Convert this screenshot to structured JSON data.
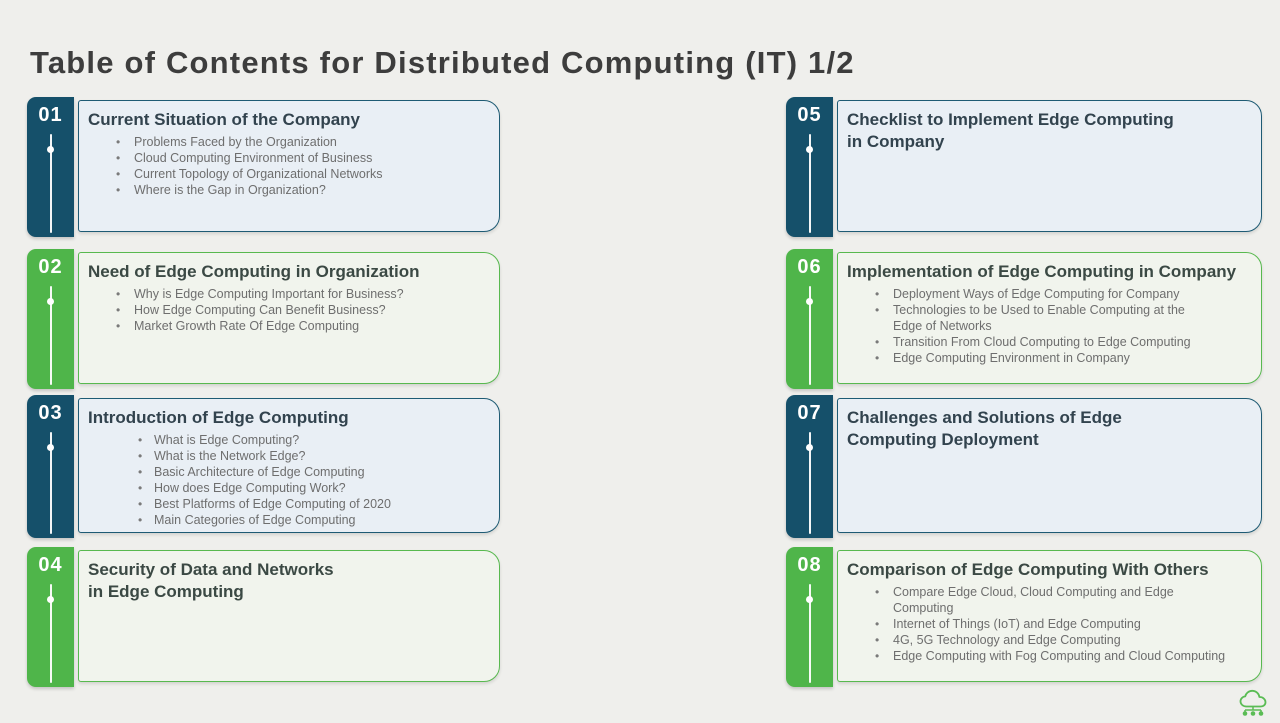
{
  "slide": {
    "title": "Table of Contents for Distributed Computing (IT) 1/2"
  },
  "colors": {
    "teal": "#15506a",
    "teal_border": "#1e5b74",
    "teal_panel_bg": "#e9eff5",
    "green": "#4fb54a",
    "green_border": "#58b94f",
    "green_panel_bg": "#f1f4ed",
    "background": "#efefec",
    "heading_text": "#3d3d3d",
    "bullet_text": "#6e6e6e"
  },
  "footer": {
    "icon": "cloud-computing-icon"
  },
  "sections": [
    {
      "number": "01",
      "theme": "teal",
      "title": "Current Situation of the Company",
      "bullets": [
        "Problems Faced by the Organization",
        "Cloud Computing Environment of Business",
        "Current Topology of Organizational Networks",
        "Where is the Gap in Organization?"
      ]
    },
    {
      "number": "02",
      "theme": "green",
      "title": "Need of Edge Computing in Organization",
      "bullets": [
        "Why is Edge Computing Important for Business?",
        "How Edge Computing Can Benefit Business?",
        "Market Growth Rate Of Edge Computing"
      ]
    },
    {
      "number": "03",
      "theme": "teal",
      "title": "Introduction of Edge Computing",
      "bullets": [
        "What is Edge Computing?",
        "What is the Network Edge?",
        "Basic Architecture of Edge Computing",
        "How does Edge Computing Work?",
        "Best Platforms of Edge Computing of 2020",
        "Main Categories of Edge Computing"
      ]
    },
    {
      "number": "04",
      "theme": "green",
      "title": "Security of Data and Networks\nin Edge Computing",
      "bullets": []
    },
    {
      "number": "05",
      "theme": "teal",
      "title": "Checklist to Implement Edge Computing\nin Company",
      "bullets": []
    },
    {
      "number": "06",
      "theme": "green",
      "title": "Implementation of Edge Computing in Company",
      "bullets": [
        "Deployment Ways of Edge Computing for Company",
        "Technologies to be Used to Enable Computing at the\nEdge of Networks",
        "Transition From Cloud Computing to Edge Computing",
        "Edge Computing Environment in Company"
      ]
    },
    {
      "number": "07",
      "theme": "teal",
      "title": "Challenges and Solutions of Edge\nComputing Deployment",
      "bullets": []
    },
    {
      "number": "08",
      "theme": "green",
      "title": "Comparison of Edge Computing With Others",
      "bullets": [
        "Compare Edge Cloud, Cloud Computing and Edge\nComputing",
        "Internet of Things (IoT) and Edge Computing",
        "4G, 5G Technology and Edge Computing",
        "Edge Computing with Fog Computing and Cloud Computing"
      ]
    }
  ]
}
